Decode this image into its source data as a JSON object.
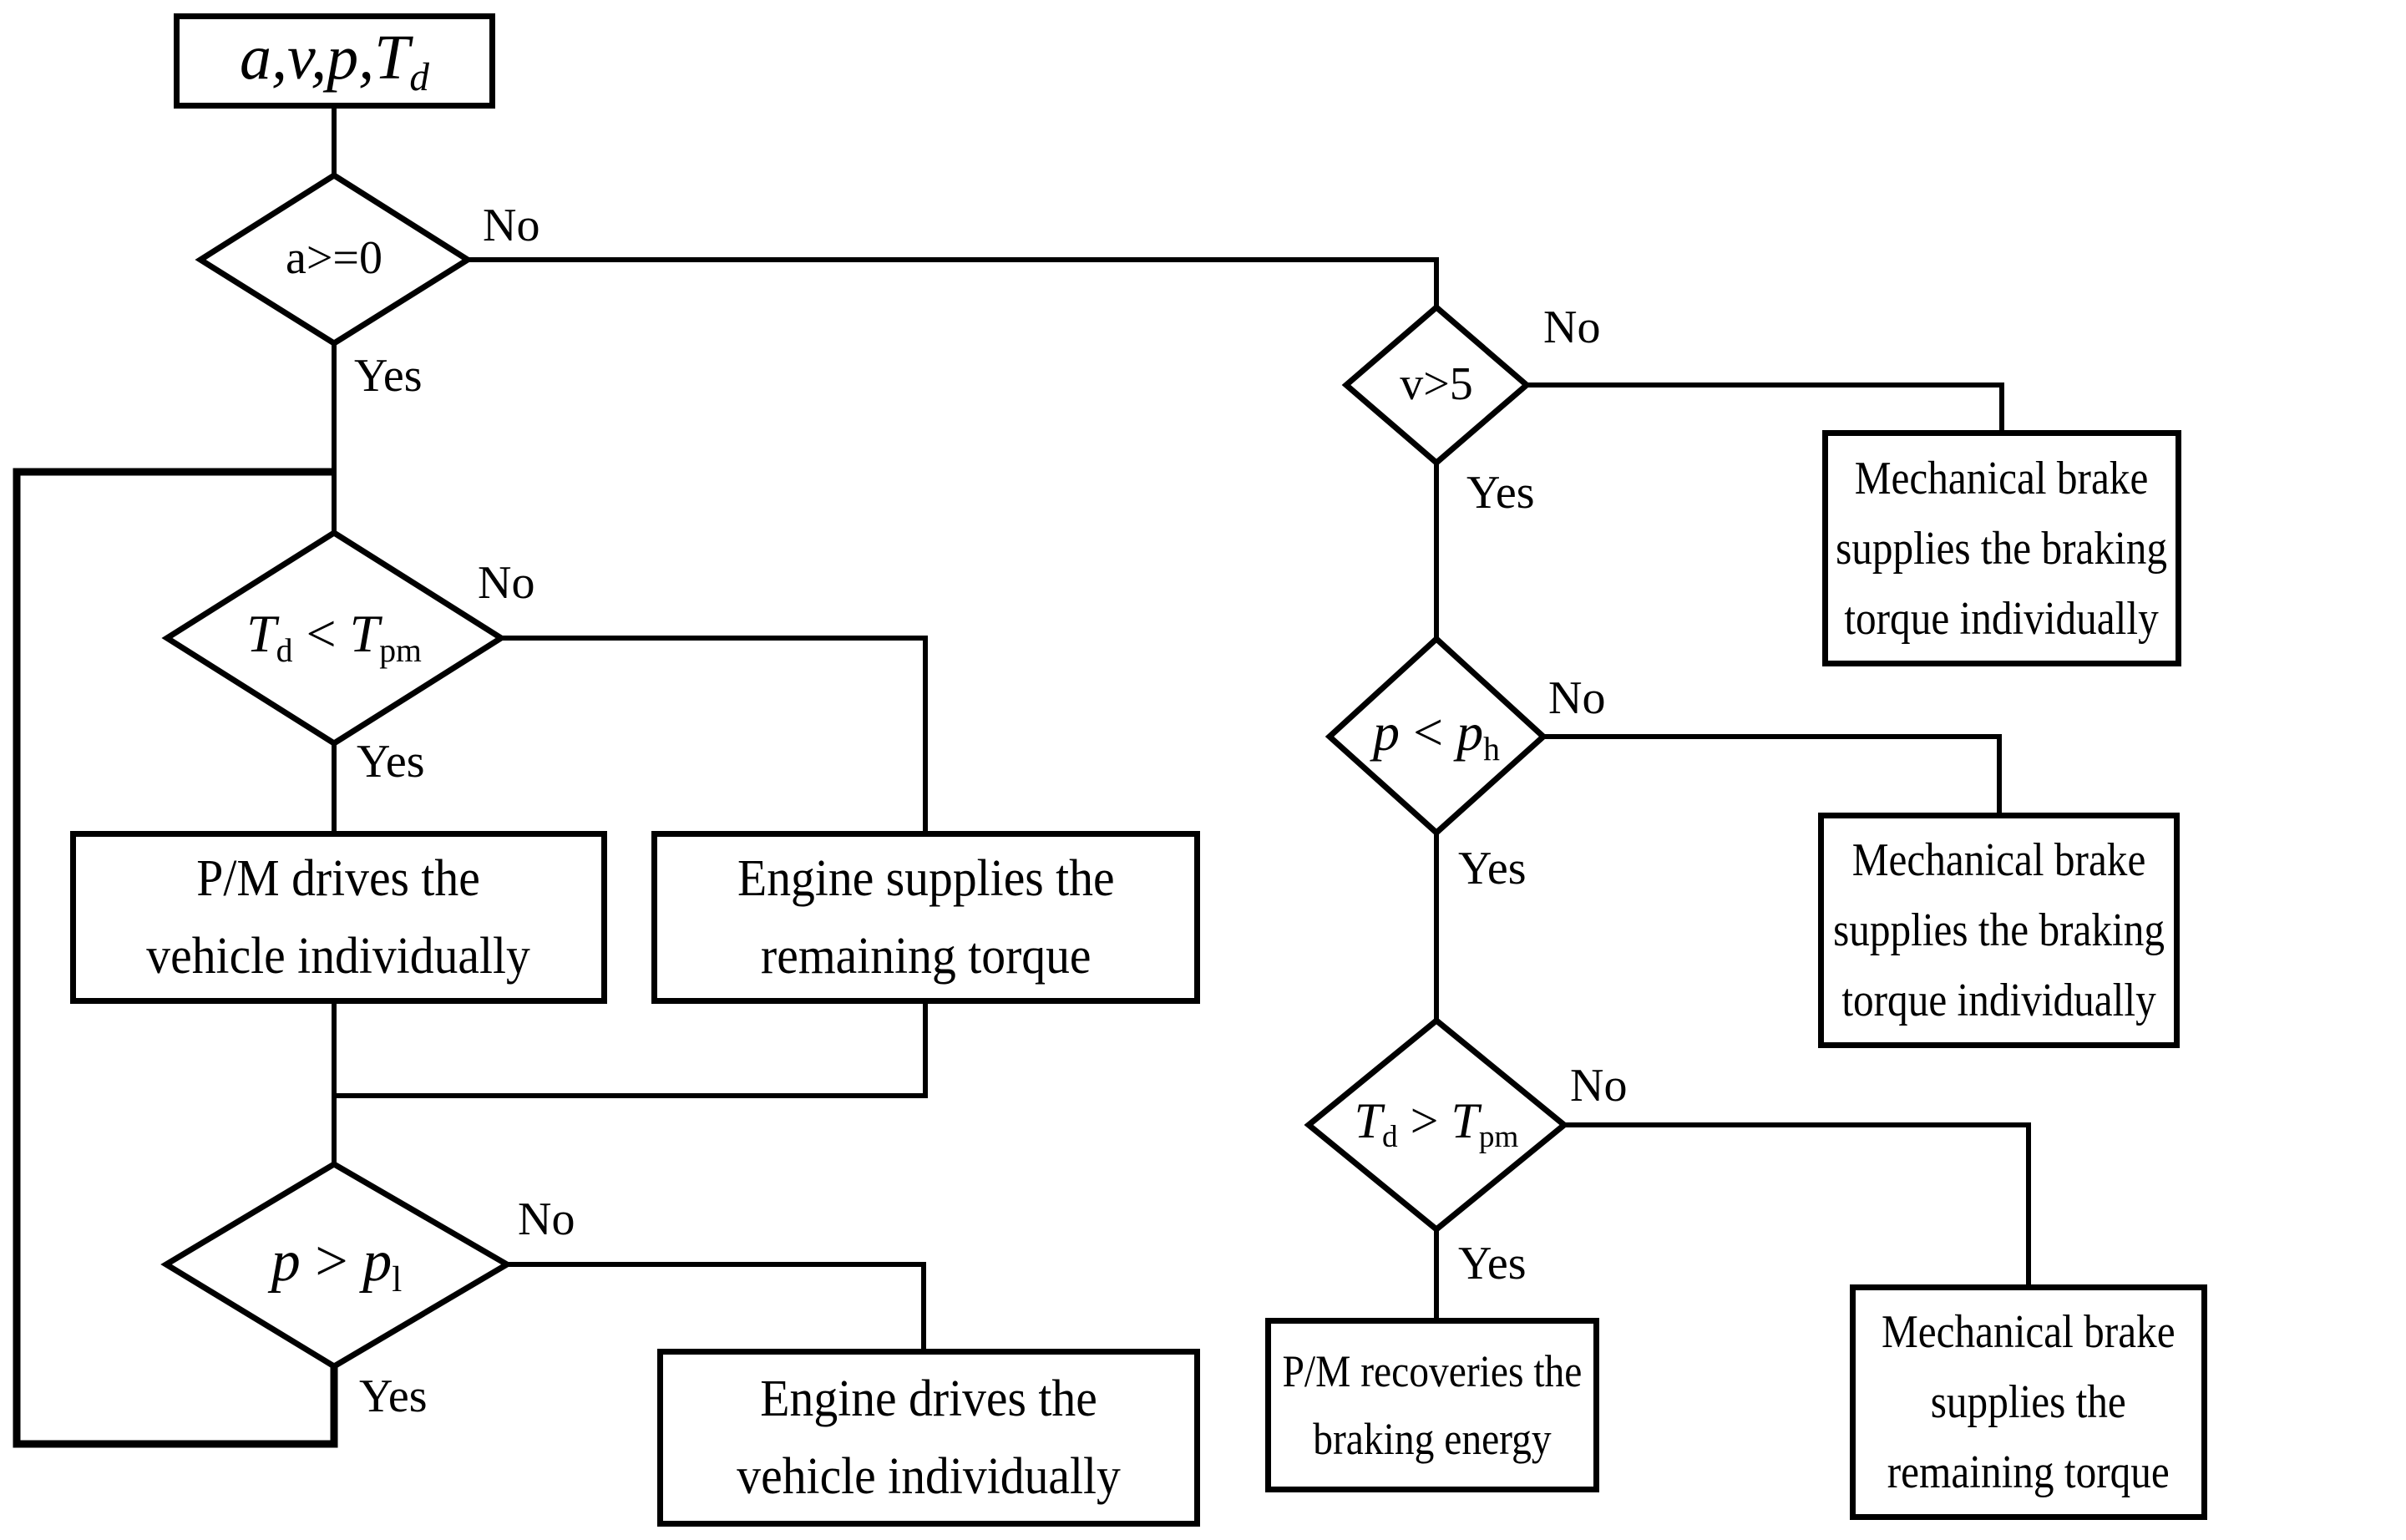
{
  "diagram": {
    "colors": {
      "stroke": "#000000",
      "background": "#ffffff"
    },
    "start": {
      "parts": [
        {
          "t": "a",
          "i": 1
        },
        {
          "t": ","
        },
        {
          "t": "v",
          "i": 1
        },
        {
          "t": ","
        },
        {
          "t": "p",
          "i": 1
        },
        {
          "t": ","
        },
        {
          "t": "T",
          "i": 1
        },
        {
          "t": "d",
          "sub": 1
        }
      ]
    },
    "decisions": {
      "accel": {
        "parts": [
          {
            "t": "a>=0"
          }
        ]
      },
      "torque_lt": {
        "parts": [
          {
            "t": "T",
            "i": 1
          },
          {
            "t": "d",
            "sub": 1
          },
          {
            "t": " < "
          },
          {
            "t": "T",
            "i": 1
          },
          {
            "t": "pm",
            "sub": 1
          }
        ]
      },
      "pressure_gt": {
        "parts": [
          {
            "t": "p",
            "i": 1
          },
          {
            "t": " > "
          },
          {
            "t": "p",
            "i": 1
          },
          {
            "t": "l",
            "sub": 1
          }
        ]
      },
      "speed": {
        "parts": [
          {
            "t": "v>5"
          }
        ]
      },
      "pressure_lt": {
        "parts": [
          {
            "t": "p",
            "i": 1
          },
          {
            "t": " < "
          },
          {
            "t": "p",
            "i": 1
          },
          {
            "t": "h",
            "sub": 1
          }
        ]
      },
      "torque_gt": {
        "parts": [
          {
            "t": "T",
            "i": 1
          },
          {
            "t": "d",
            "sub": 1
          },
          {
            "t": " > "
          },
          {
            "t": "T",
            "i": 1
          },
          {
            "t": "pm",
            "sub": 1
          }
        ]
      }
    },
    "actions": {
      "pm_drives": {
        "lines": [
          "P/M drives the",
          "vehicle individually"
        ]
      },
      "engine_supplies": {
        "lines": [
          "Engine supplies the",
          "remaining torque"
        ]
      },
      "engine_drives": {
        "lines": [
          "Engine drives the",
          "vehicle individually"
        ]
      },
      "mech_brake_individual_1": {
        "lines": [
          "Mechanical brake",
          "supplies the braking",
          "torque individually"
        ]
      },
      "mech_brake_individual_2": {
        "lines": [
          "Mechanical brake",
          "supplies the braking",
          "torque individually"
        ]
      },
      "mech_brake_remaining": {
        "lines": [
          "Mechanical brake",
          "supplies the",
          "remaining torque"
        ]
      },
      "pm_recovers": {
        "lines": [
          "P/M recoveries the",
          "braking energy"
        ]
      }
    },
    "edge_labels": {
      "accel_no": "No",
      "accel_yes": "Yes",
      "torque_lt_no": "No",
      "torque_lt_yes": "Yes",
      "pressure_gt_no": "No",
      "pressure_gt_yes": "Yes",
      "speed_no": "No",
      "speed_yes": "Yes",
      "pressure_lt_no": "No",
      "pressure_lt_yes": "Yes",
      "torque_gt_no": "No",
      "torque_gt_yes": "Yes"
    }
  }
}
